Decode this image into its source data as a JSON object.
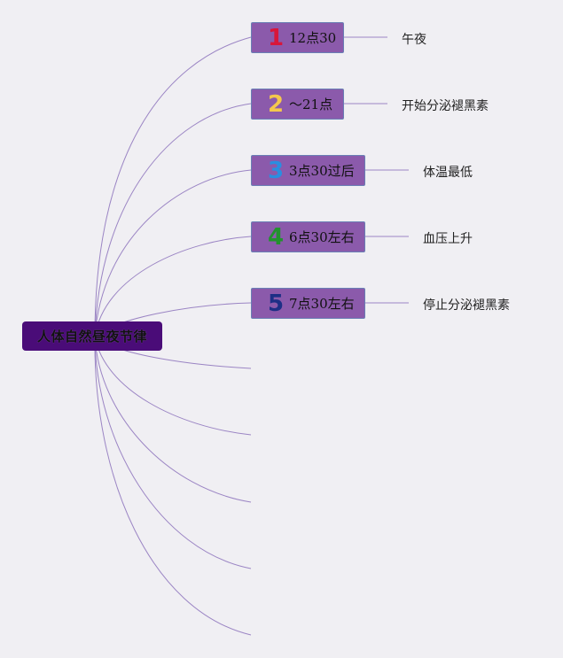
{
  "root": {
    "label": "人体自然昼夜节律"
  },
  "branches": [
    {
      "num": "1",
      "num_color": "#d8163a",
      "label": "12点30",
      "leaf": "午夜"
    },
    {
      "num": "2",
      "num_color": "#f4c84c",
      "label": "～21点",
      "leaf": "开始分泌褪黑素"
    },
    {
      "num": "3",
      "num_color": "#2a8ee0",
      "label": "3点30过后",
      "leaf": "体温最低"
    },
    {
      "num": "4",
      "num_color": "#22922e",
      "label": "6点30左右",
      "leaf": "血压上升"
    },
    {
      "num": "5",
      "num_color": "#1d2f86",
      "label": "7点30左右",
      "leaf": "停止分泌褪黑素"
    }
  ],
  "colors": {
    "background": "#f0eff3",
    "root_fill": "#4a0c78",
    "branch_fill": "#8b5aab",
    "branch_border": "#6a7fb5",
    "connector": "#9b85c4"
  }
}
